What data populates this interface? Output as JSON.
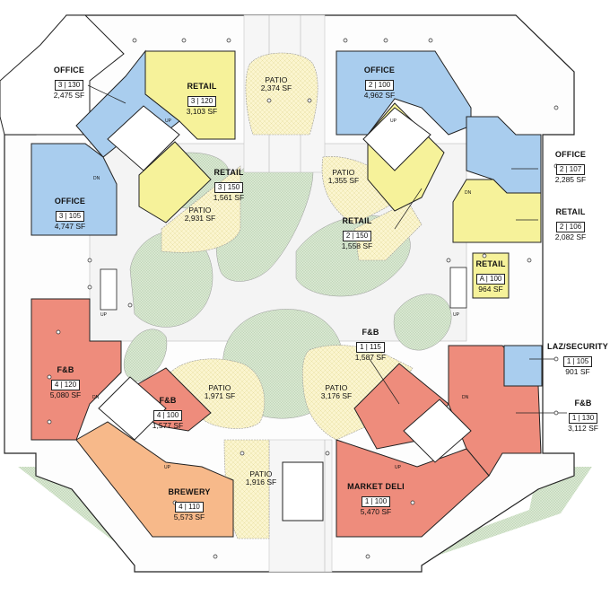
{
  "colors": {
    "office": "#a9cdee",
    "retail": "#f6f29a",
    "fb": "#ee8c7c",
    "brewery": "#f7b98a",
    "security": "#a9cdee",
    "patio": "#fbf4c8",
    "lawn": "#d6e6cf",
    "lawn_edge": "#c8dcc0",
    "path": "#f2f2f2",
    "wall": "#222222"
  },
  "spaces": [
    {
      "id": "office-3-130",
      "name": "OFFICE",
      "unit": "3 | 130",
      "area": "2,475 SF",
      "type": "office"
    },
    {
      "id": "retail-3-120",
      "name": "RETAIL",
      "unit": "3 | 120",
      "area": "3,103 SF",
      "type": "retail"
    },
    {
      "id": "patio-top",
      "name": "PATIO",
      "unit": "",
      "area": "2,374 SF",
      "type": "patio"
    },
    {
      "id": "office-2-100",
      "name": "OFFICE",
      "unit": "2 | 100",
      "area": "4,962 SF",
      "type": "office"
    },
    {
      "id": "office-2-107",
      "name": "OFFICE",
      "unit": "2 | 107",
      "area": "2,285 SF",
      "type": "office"
    },
    {
      "id": "retail-3-150",
      "name": "RETAIL",
      "unit": "3 | 150",
      "area": "1,561 SF",
      "type": "retail"
    },
    {
      "id": "patio-nw",
      "name": "PATIO",
      "unit": "",
      "area": "2,931 SF",
      "type": "patio"
    },
    {
      "id": "patio-ne",
      "name": "PATIO",
      "unit": "",
      "area": "1,355 SF",
      "type": "patio"
    },
    {
      "id": "office-3-105",
      "name": "OFFICE",
      "unit": "3 | 105",
      "area": "4,747 SF",
      "type": "office"
    },
    {
      "id": "retail-2-150",
      "name": "RETAIL",
      "unit": "2 | 150",
      "area": "1,558 SF",
      "type": "retail"
    },
    {
      "id": "retail-2-106",
      "name": "RETAIL",
      "unit": "2 | 106",
      "area": "2,082 SF",
      "type": "retail"
    },
    {
      "id": "retail-a-100",
      "name": "RETAIL",
      "unit": "A | 100",
      "area": "964 SF",
      "type": "retail"
    },
    {
      "id": "fb-1-115",
      "name": "F&B",
      "unit": "1 | 115",
      "area": "1,587 SF",
      "type": "fb"
    },
    {
      "id": "laz-security",
      "name": "LAZ/SECURITY",
      "unit": "1 | 105",
      "area": "901 SF",
      "type": "security"
    },
    {
      "id": "fb-4-120",
      "name": "F&B",
      "unit": "4 | 120",
      "area": "5,080 SF",
      "type": "fb"
    },
    {
      "id": "patio-sw",
      "name": "PATIO",
      "unit": "",
      "area": "1,971 SF",
      "type": "patio"
    },
    {
      "id": "patio-se",
      "name": "PATIO",
      "unit": "",
      "area": "3,176 SF",
      "type": "patio"
    },
    {
      "id": "fb-4-100",
      "name": "F&B",
      "unit": "4 | 100",
      "area": "1,577 SF",
      "type": "fb"
    },
    {
      "id": "fb-1-130",
      "name": "F&B",
      "unit": "1 | 130",
      "area": "3,112 SF",
      "type": "fb"
    },
    {
      "id": "patio-bottom",
      "name": "PATIO",
      "unit": "",
      "area": "1,916 SF",
      "type": "patio"
    },
    {
      "id": "brewery-4-110",
      "name": "BREWERY",
      "unit": "4 | 110",
      "area": "5,573 SF",
      "type": "brewery"
    },
    {
      "id": "market-deli-1-100",
      "name": "MARKET DELI",
      "unit": "1 | 100",
      "area": "5,470 SF",
      "type": "fb"
    }
  ],
  "markers": {
    "up": "UP",
    "dn": "DN"
  }
}
